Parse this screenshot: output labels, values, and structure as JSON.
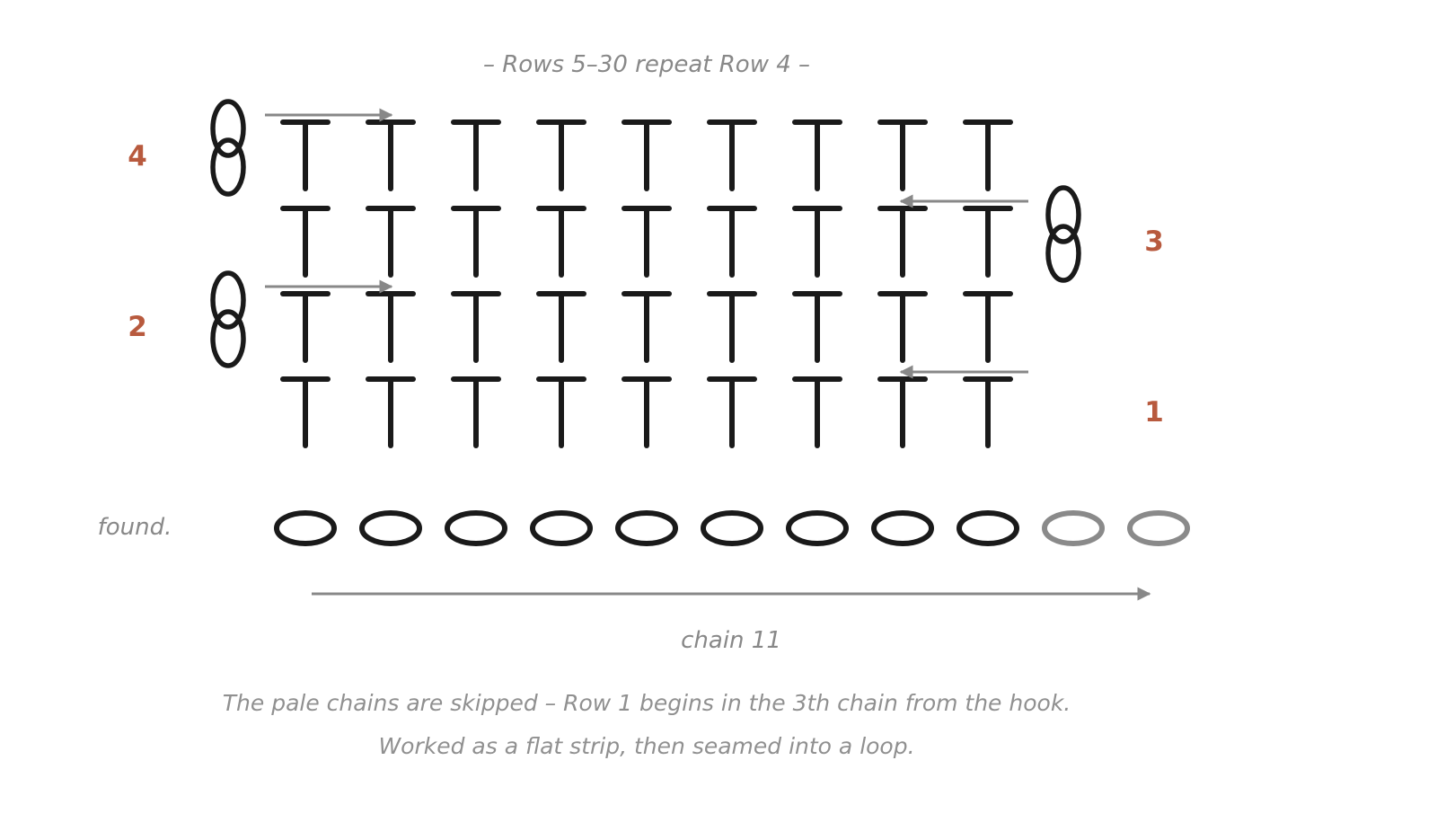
{
  "diagram": {
    "repeat_note": "– Rows 5–30 repeat Row 4 –",
    "foundation_label": "found.",
    "chain_label": "chain 11",
    "note_line1": "The pale chains are skipped – Row 1 begins in the 3th chain from the hook.",
    "note_line2": "Worked as a flat strip, then seamed into a loop.",
    "stitches_per_row": 9,
    "foundation_chains": 11,
    "skipped_chains": 2,
    "rows": [
      {
        "label": "1",
        "direction": "right-to-left",
        "turning_chain_side": "none"
      },
      {
        "label": "2",
        "direction": "left-to-right",
        "turning_chain_side": "left"
      },
      {
        "label": "3",
        "direction": "right-to-left",
        "turning_chain_side": "right"
      },
      {
        "label": "4",
        "direction": "left-to-right",
        "turning_chain_side": "left"
      }
    ],
    "colors": {
      "stitch": "#1a1a1a",
      "skipped_chain": "#8a8a8a",
      "arrow": "#888888",
      "row_label": "#b85a3e",
      "muted_text": "#888888"
    },
    "symbols": [
      "double-crochet-symbol",
      "chain-stitch-symbol",
      "turning-chain-symbol",
      "direction-arrow"
    ]
  }
}
